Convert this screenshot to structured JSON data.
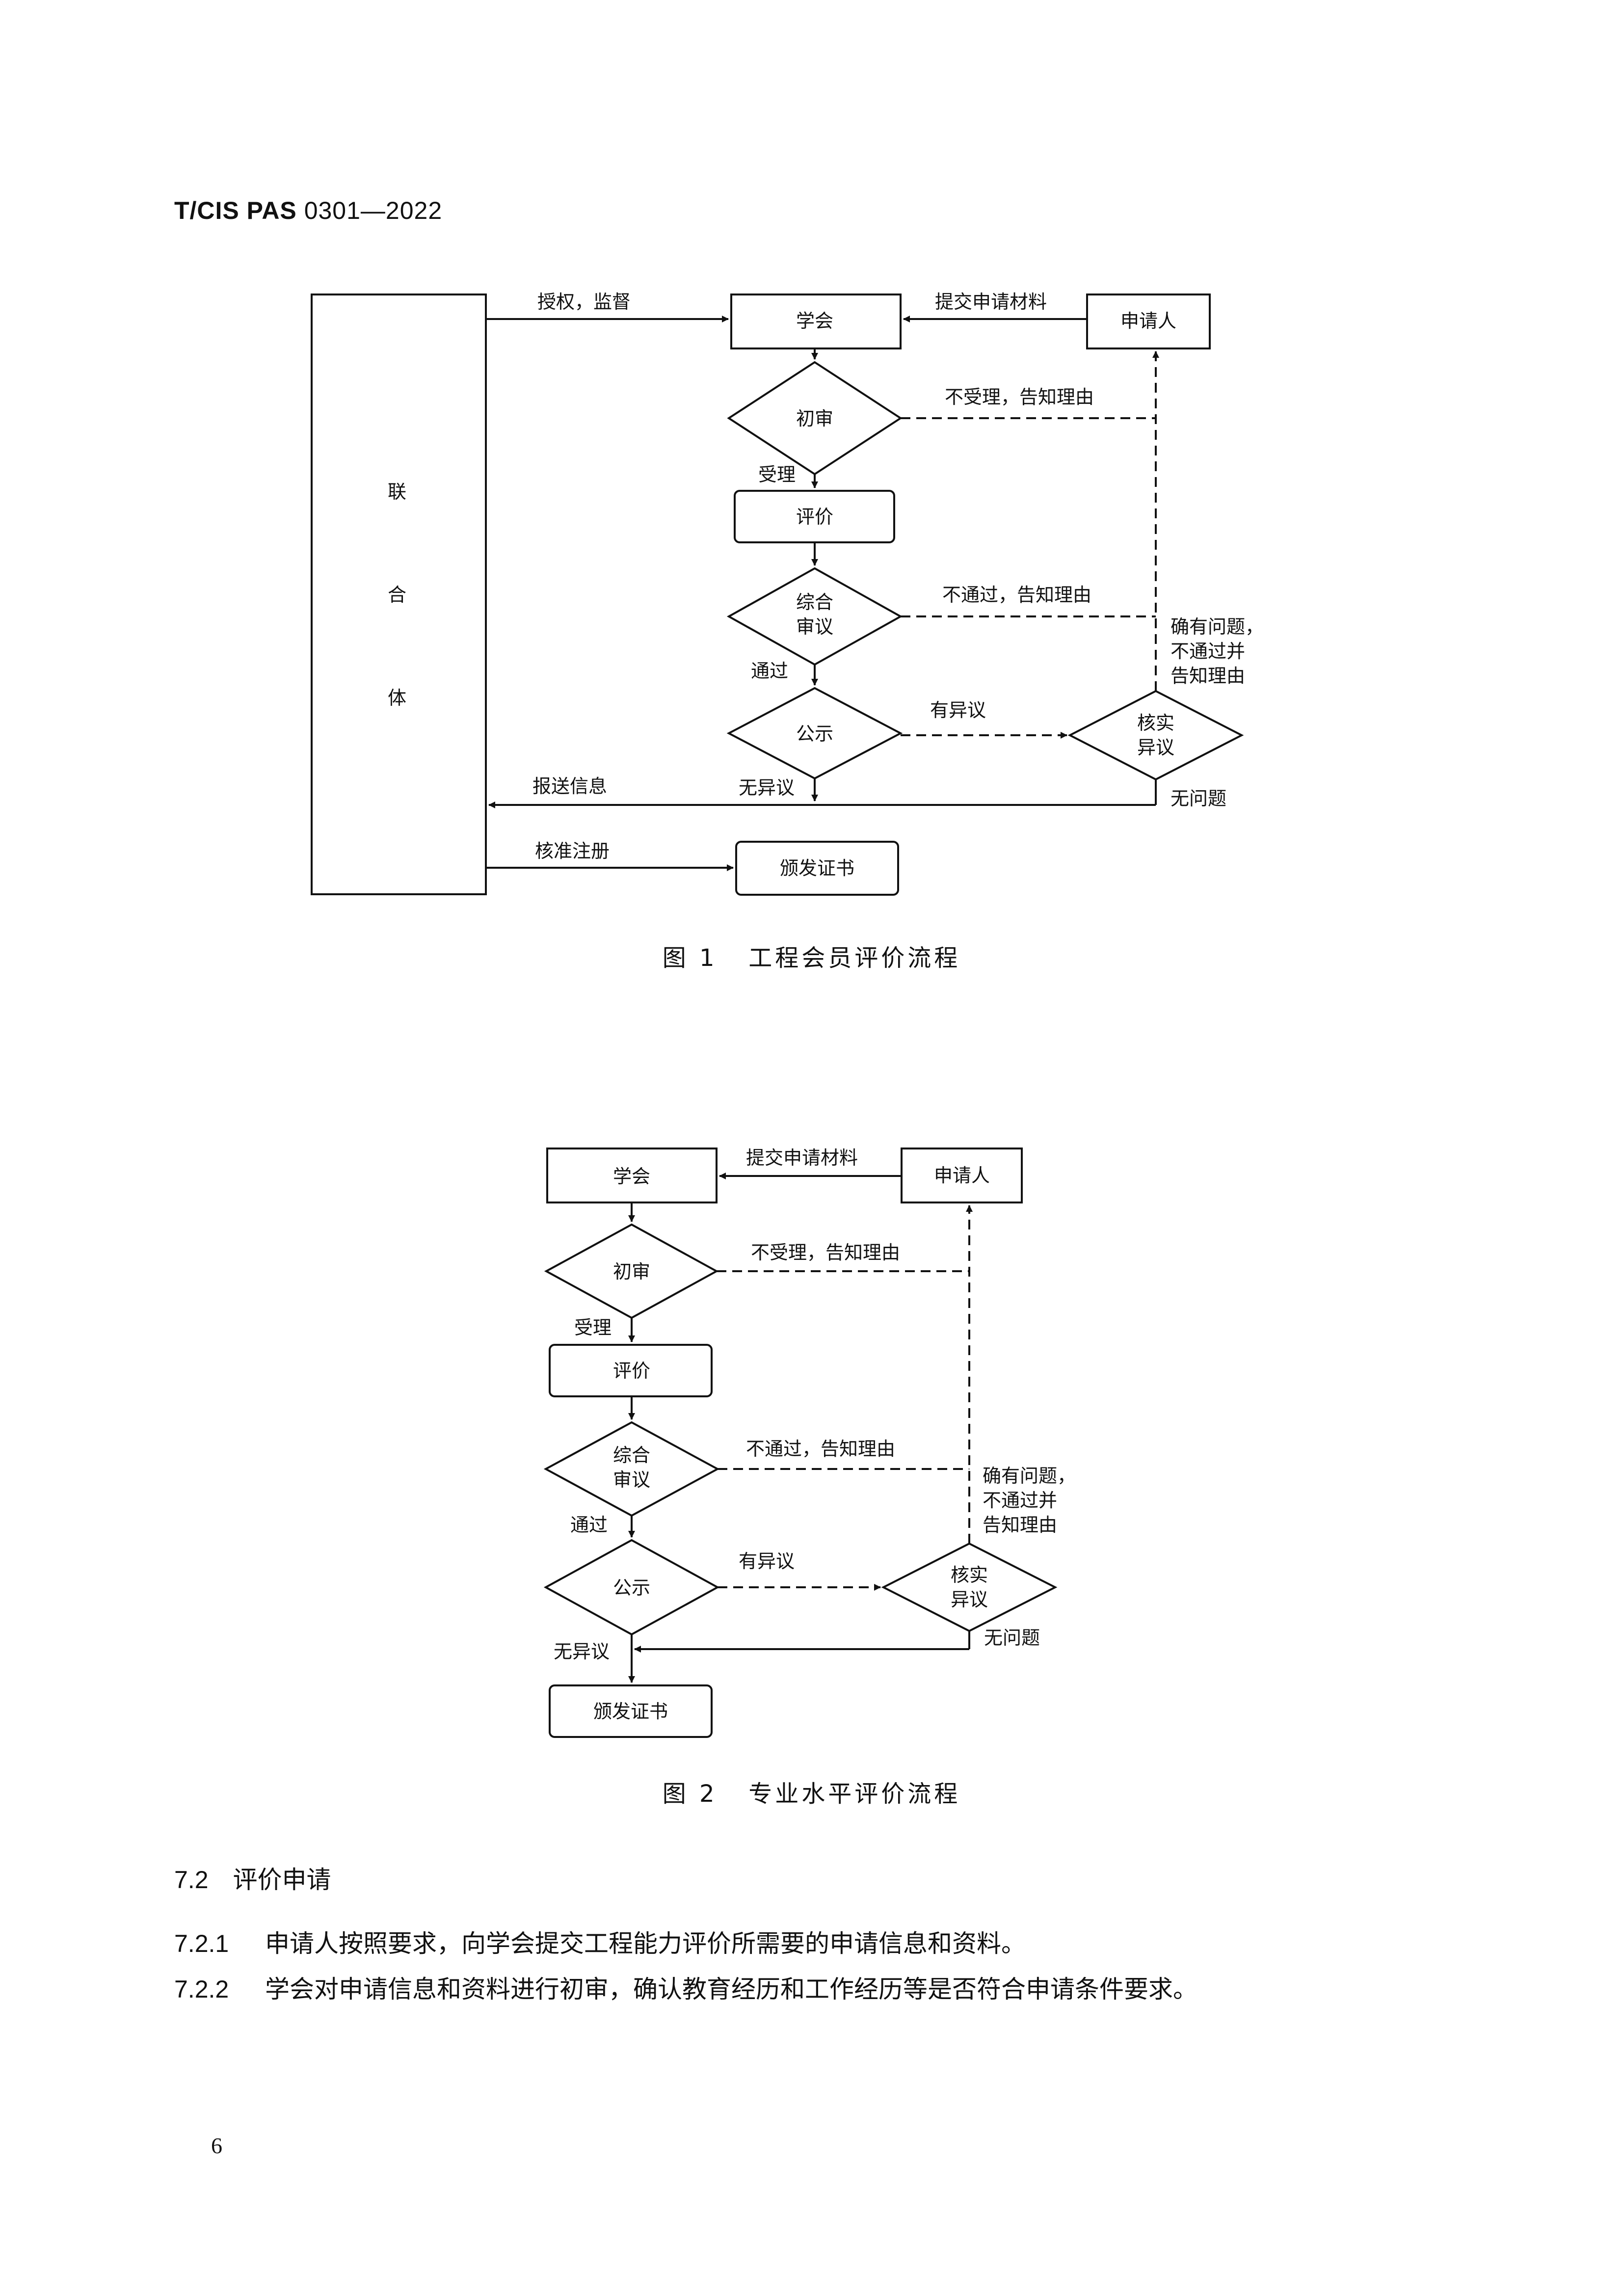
{
  "header": {
    "standard_id_bold": "T/CIS PAS",
    "standard_id_rest": "0301—2022"
  },
  "figure1": {
    "alliance_chars": [
      "联",
      "合",
      "体"
    ],
    "society": "学会",
    "applicant": "申请人",
    "submit": "提交申请材料",
    "authorize": "授权，监督",
    "initial_review": "初审",
    "reject": "不受理，告知理由",
    "accept": "受理",
    "evaluate": "评价",
    "comprehensive_l1": "综合",
    "comprehensive_l2": "审议",
    "fail": "不通过，告知理由",
    "pass": "通过",
    "problem_l1": "确有问题，",
    "problem_l2": "不通过并",
    "problem_l3": "告知理由",
    "publicity": "公示",
    "objection": "有异议",
    "verify_l1": "核实",
    "verify_l2": "异议",
    "report": "报送信息",
    "no_objection": "无异议",
    "no_problem": "无问题",
    "approve": "核准注册",
    "certificate": "颁发证书",
    "caption_num": "图 1",
    "caption_text": "工程会员评价流程"
  },
  "figure2": {
    "society": "学会",
    "applicant": "申请人",
    "submit": "提交申请材料",
    "initial_review": "初审",
    "reject": "不受理，告知理由",
    "accept": "受理",
    "evaluate": "评价",
    "comprehensive_l1": "综合",
    "comprehensive_l2": "审议",
    "fail": "不通过，告知理由",
    "pass": "通过",
    "problem_l1": "确有问题，",
    "problem_l2": "不通过并",
    "problem_l3": "告知理由",
    "publicity": "公示",
    "objection": "有异议",
    "verify_l1": "核实",
    "verify_l2": "异议",
    "no_objection": "无异议",
    "no_problem": "无问题",
    "certificate": "颁发证书",
    "caption_num": "图 2",
    "caption_text": "专业水平评价流程"
  },
  "section": {
    "number": "7.2",
    "title": "评价申请",
    "paragraphs": [
      {
        "number": "7.2.1",
        "text": "申请人按照要求，向学会提交工程能力评价所需要的申请信息和资料。"
      },
      {
        "number": "7.2.2",
        "text": "学会对申请信息和资料进行初审，确认教育经历和工作经历等是否符合申请条件要求。"
      }
    ]
  },
  "page_number": "6"
}
